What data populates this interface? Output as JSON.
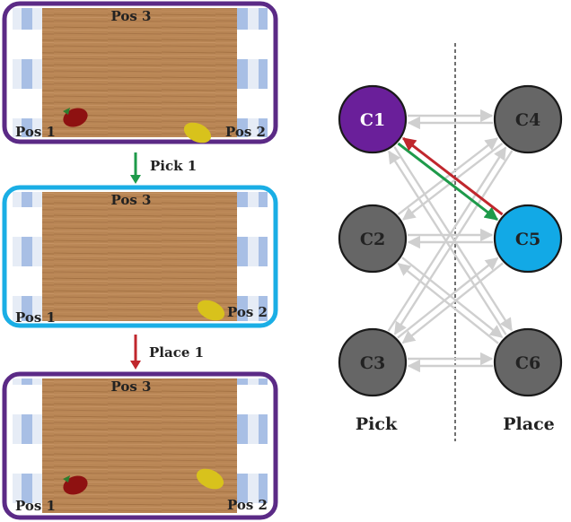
{
  "panels": [
    {
      "id": "panel-1",
      "border_color": "#5B2A86",
      "position_labels": [
        "Pos 3",
        "Pos 1",
        "Pos 2"
      ],
      "fruits": [
        "strawberry",
        "lemon"
      ]
    },
    {
      "id": "panel-2",
      "border_color": "#1AAEE5",
      "position_labels": [
        "Pos 3",
        "Pos 1",
        "Pos 2"
      ],
      "fruits": [
        "lemon"
      ]
    },
    {
      "id": "panel-3",
      "border_color": "#5B2A86",
      "position_labels": [
        "Pos 3",
        "Pos 1",
        "Pos 2"
      ],
      "fruits": [
        "strawberry",
        "lemon"
      ]
    }
  ],
  "transitions": [
    {
      "label": "Pick 1",
      "color": "#1E9A4A"
    },
    {
      "label": "Place 1",
      "color": "#C0272D"
    }
  ],
  "graph": {
    "nodes": [
      {
        "id": "C1",
        "label": "C1",
        "fill": "#6A1F9A",
        "text_color": "#ffffff"
      },
      {
        "id": "C2",
        "label": "C2",
        "fill": "#666666",
        "text_color": "#222222"
      },
      {
        "id": "C3",
        "label": "C3",
        "fill": "#666666",
        "text_color": "#222222"
      },
      {
        "id": "C4",
        "label": "C4",
        "fill": "#666666",
        "text_color": "#222222"
      },
      {
        "id": "C5",
        "label": "C5",
        "fill": "#12A9E6",
        "text_color": "#222222"
      },
      {
        "id": "C6",
        "label": "C6",
        "fill": "#666666",
        "text_color": "#222222"
      }
    ],
    "column_labels": {
      "left": "Pick",
      "right": "Place"
    },
    "highlight_edges": [
      {
        "from": "C1",
        "to": "C5",
        "color": "#1E9A4A"
      },
      {
        "from": "C5",
        "to": "C1",
        "color": "#C0272D"
      }
    ],
    "edge_color": "#CFCFCF"
  }
}
